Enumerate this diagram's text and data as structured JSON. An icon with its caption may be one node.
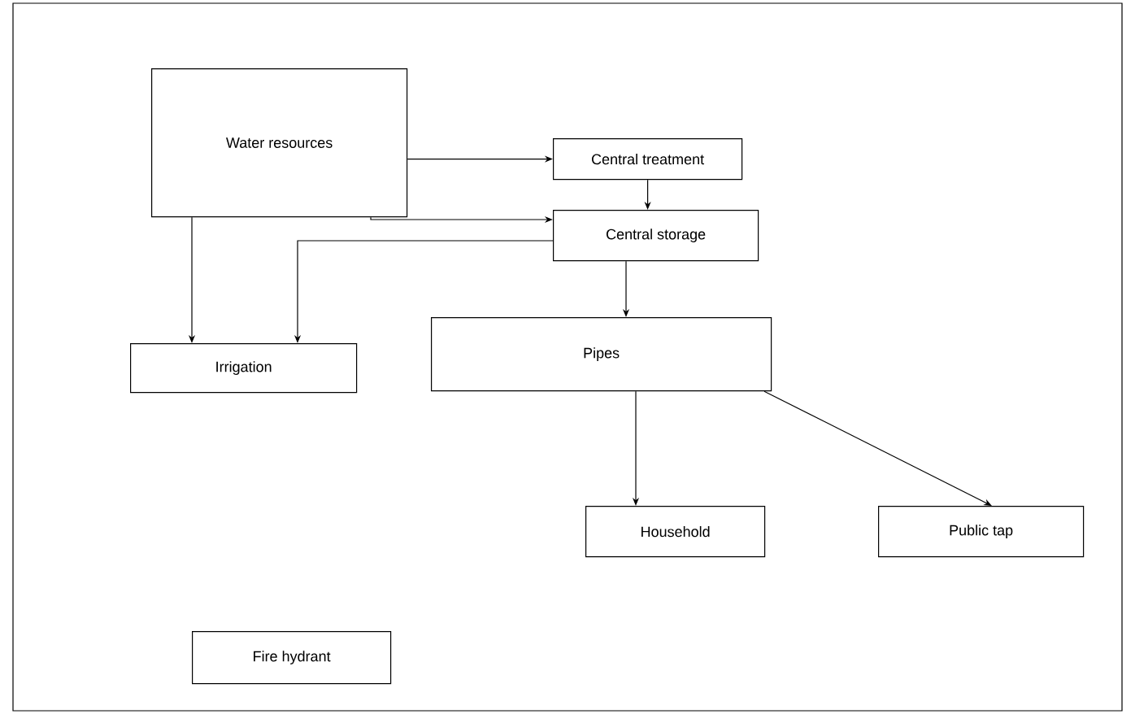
{
  "diagram": {
    "nodes": [
      {
        "text": [
          "Water resources"
        ]
      },
      {
        "text": [
          "Central treatment"
        ]
      },
      {
        "text": [
          "Central storage"
        ]
      },
      {
        "text": [
          "Irrigation"
        ]
      },
      {
        "text": [
          "Pipes"
        ]
      },
      {
        "text": [
          "Household"
        ]
      },
      {
        "text": [
          "Public tap"
        ]
      },
      {
        "text": [
          "Fire hydrant"
        ]
      }
    ],
    "edges": [
      {
        "from": 0,
        "to": 1,
        "arrow": "to"
      },
      {
        "from": 1,
        "to": 2,
        "arrow": "to"
      },
      {
        "from": 0,
        "to": 2,
        "arrow": "to"
      },
      {
        "from": 0,
        "to": 3,
        "arrow": "to"
      },
      {
        "from": 2,
        "to": 3,
        "arrow": "to"
      },
      {
        "from": 2,
        "to": 4,
        "arrow": "to"
      },
      {
        "from": 4,
        "to": 5,
        "arrow": "to"
      },
      {
        "from": 4,
        "to": 6,
        "arrow": "to"
      }
    ]
  }
}
